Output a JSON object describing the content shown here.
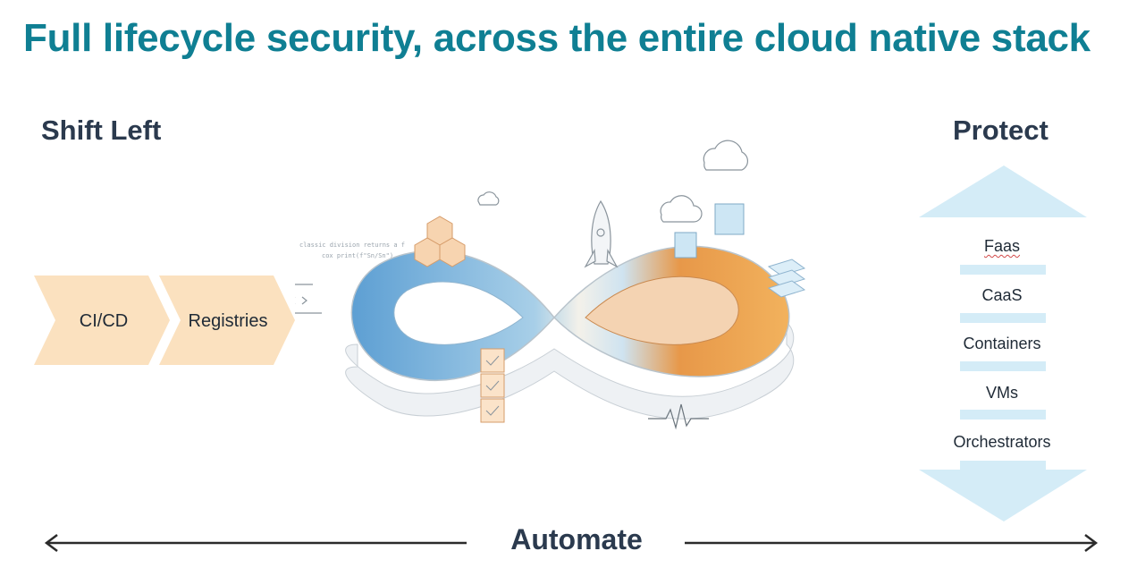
{
  "title": "Full lifecycle security, across the entire cloud native stack",
  "shift_left": {
    "heading": "Shift Left",
    "steps": [
      "CI/CD",
      "Registries"
    ]
  },
  "protect": {
    "heading": "Protect",
    "layers": [
      "Faas",
      "CaaS",
      "Containers",
      "VMs",
      "Orchestrators"
    ]
  },
  "automate": "Automate",
  "illustration": {
    "icon": "devops-infinity-loop-icon",
    "code_lines": [
      "classic division returns a f",
      "cox print(f\"Sn/Sn\")"
    ]
  },
  "colors": {
    "title": "#0f7f93",
    "heading": "#2b3a4e",
    "chevron_fill": "#fbe1bf",
    "protect_arrow": "#d4ecf7",
    "loop_blue": "#6fa9d6",
    "loop_orange": "#e89a4c"
  }
}
